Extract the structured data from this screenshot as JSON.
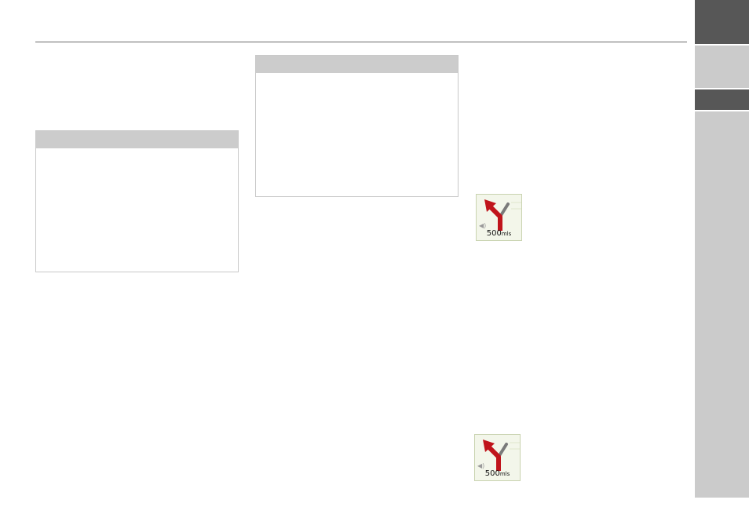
{
  "nav_thumbnails": [
    {
      "distance_value": "500",
      "distance_unit": "mls",
      "arrow_icon": "turn-left-arrow-icon",
      "arrow_color": "#c0141c"
    },
    {
      "distance_value": "500",
      "distance_unit": "mls",
      "arrow_icon": "turn-left-arrow-icon",
      "arrow_color": "#c0141c"
    }
  ],
  "colors": {
    "rule": "#6a6a6a",
    "note_header": "#cccccc",
    "tab_dark": "#575757",
    "tab_light": "#cbcbcb"
  }
}
